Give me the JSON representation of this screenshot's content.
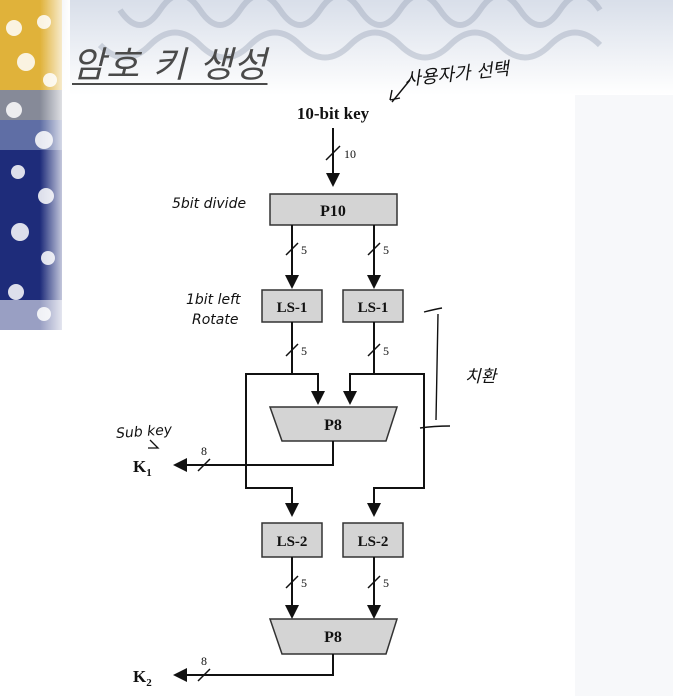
{
  "title": "암호 키 생성",
  "input": {
    "label": "10-bit key",
    "width": "10"
  },
  "p10": {
    "label": "P10"
  },
  "ls1": {
    "left": "LS-1",
    "right": "LS-1"
  },
  "ls2": {
    "left": "LS-2",
    "right": "LS-2"
  },
  "p8": {
    "top": "P8",
    "bottom": "P8"
  },
  "widths": {
    "five": "5",
    "eight": "8"
  },
  "outputs": {
    "k1": "K",
    "k1_sub": "1",
    "k2": "K",
    "k2_sub": "2"
  },
  "annotations": {
    "user_select": "사용자가 선택",
    "five_bit_divide": "5bit divide",
    "one_bit_left": "1bit left",
    "rotate": "Rotate",
    "permutation": "치환",
    "sub_key": "Sub key"
  },
  "colors": {
    "box_fill": "#d4d4d4",
    "box_stroke": "#333333",
    "title": "#4a4a4a",
    "panel_left": "#c9d6ea",
    "panel_right": "#eef0f4",
    "pattern_gold": "#e0b23a",
    "pattern_navy": "#1e2c7a"
  }
}
